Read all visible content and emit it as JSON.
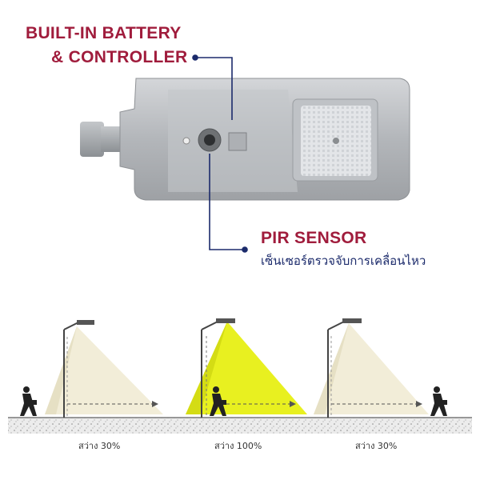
{
  "callouts": {
    "battery_line1": "BUILT-IN BATTERY",
    "battery_line2": "& CONTROLLER",
    "pir_title": "PIR SENSOR",
    "pir_thai": "เซ็นเซอร์ตรวจจับการเคลื่อนไหว"
  },
  "scenes": [
    {
      "caption": "สว่าง 30%",
      "light_level": "dim",
      "cone_color": "#f2edd8"
    },
    {
      "caption": "สว่าง 100%",
      "light_level": "full",
      "cone_color": "#e8f020"
    },
    {
      "caption": "สว่าง 30%",
      "light_level": "dim",
      "cone_color": "#f2edd8"
    }
  ],
  "colors": {
    "callout_red": "#a01c3c",
    "leader_navy": "#1b2a6b",
    "housing_gray": "#b9bcc0"
  }
}
